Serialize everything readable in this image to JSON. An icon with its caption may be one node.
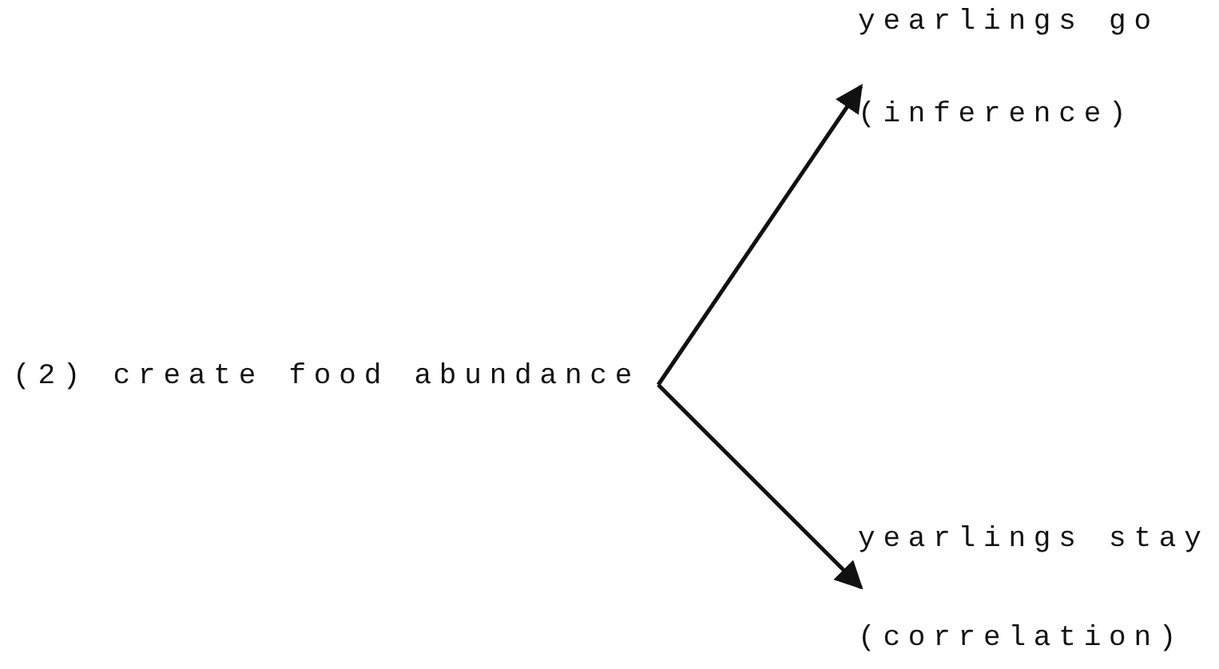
{
  "diagram": {
    "nodes": [
      {
        "text": [
          "(2) create food abundance"
        ]
      },
      {
        "text": [
          "yearlings go",
          "(inference)"
        ]
      },
      {
        "text": [
          "yearlings stay",
          "(correlation)"
        ]
      }
    ],
    "edges": [
      {
        "from": 0,
        "to": 1,
        "arrow": "to"
      },
      {
        "from": 0,
        "to": 2,
        "arrow": "to"
      }
    ]
  }
}
